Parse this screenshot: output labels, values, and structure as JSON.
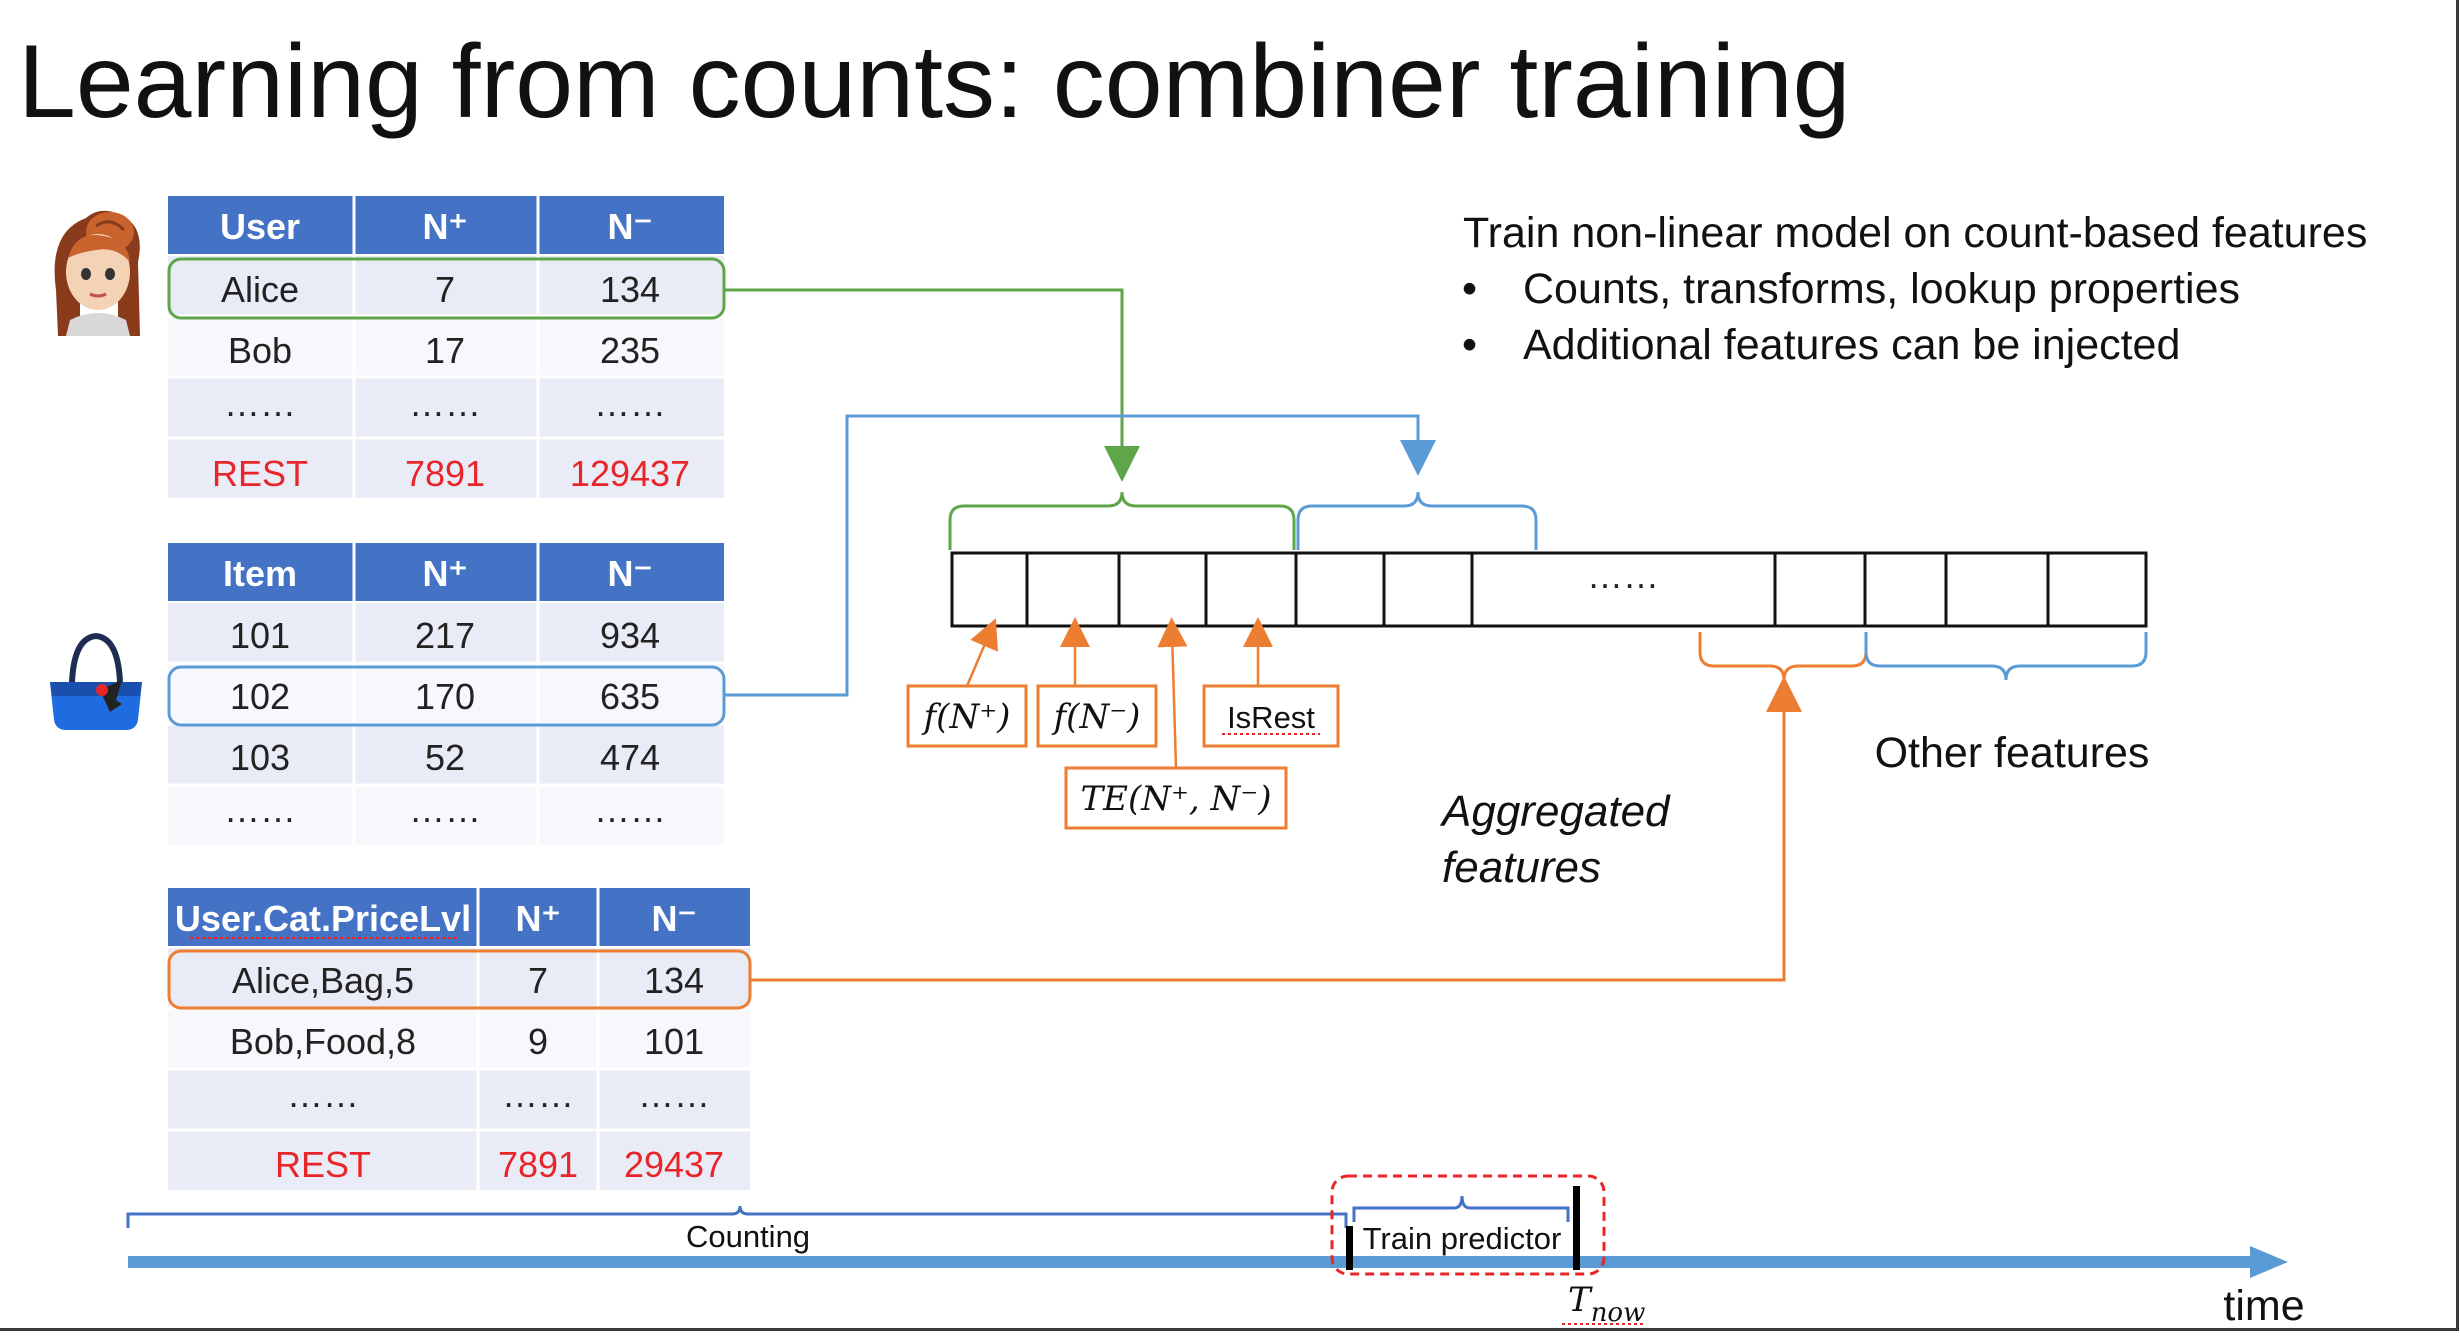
{
  "title": "Learning from counts: combiner training",
  "bullets": {
    "heading": "Train non-linear model on count-based features",
    "items": [
      "Counts, transforms, lookup properties",
      "Additional features can be injected"
    ],
    "marker": "•"
  },
  "icons": [
    "avatar-girl-icon",
    "handbag-icon"
  ],
  "tables": {
    "user": {
      "headers": [
        "User",
        "N⁺",
        "N⁻"
      ],
      "rows": [
        [
          "Alice",
          "7",
          "134"
        ],
        [
          "Bob",
          "17",
          "235"
        ],
        [
          "……",
          "……",
          "……"
        ],
        [
          "REST",
          "7891",
          "129437"
        ]
      ]
    },
    "item": {
      "headers": [
        "Item",
        "N⁺",
        "N⁻"
      ],
      "rows": [
        [
          "101",
          "217",
          "934"
        ],
        [
          "102",
          "170",
          "635"
        ],
        [
          "103",
          "52",
          "474"
        ],
        [
          "……",
          "……",
          "……"
        ]
      ]
    },
    "combo": {
      "headers": [
        "User.Cat.PriceLvl",
        "N⁺",
        "N⁻"
      ],
      "rows": [
        [
          "Alice,Bag,5",
          "7",
          "134"
        ],
        [
          "Bob,Food,8",
          "9",
          "101"
        ],
        [
          "……",
          "……",
          "……"
        ],
        [
          "REST",
          "7891",
          "29437"
        ]
      ]
    }
  },
  "feature_vector": {
    "ellipsis": "……"
  },
  "feature_boxes": {
    "f_pos": "f(N⁺)",
    "f_neg": "f(N⁻)",
    "te": "TE(N⁺, N⁻)",
    "isrest": "IsRest"
  },
  "labels": {
    "other_features": "Other features",
    "aggregated_line1": "Aggregated",
    "aggregated_line2": "features"
  },
  "timeline": {
    "counting": "Counting",
    "train_predictor": "Train predictor",
    "t_main": "T",
    "t_sub": "now",
    "time": "time"
  },
  "colors": {
    "table_header": "#4472c4",
    "row_alt": "#e9ecf6",
    "rest_red": "#e8262a",
    "green": "#5fa64a",
    "blue": "#5b9bd5",
    "orange": "#ed7d31",
    "timeline_blue": "#5b9bd5",
    "dashed_red": "#e8262a"
  }
}
